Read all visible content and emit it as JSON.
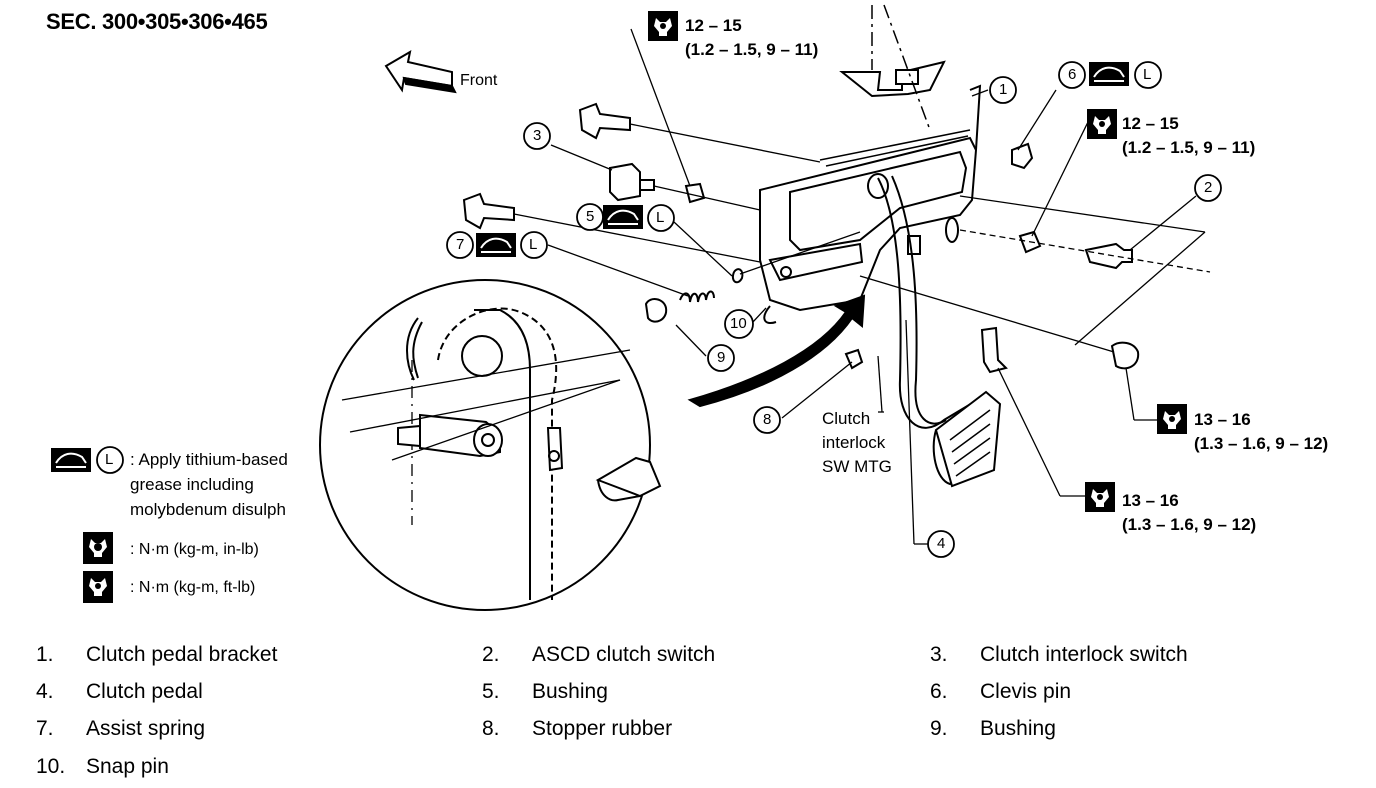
{
  "section_label": "SEC. 300•305•306•465",
  "front_label": "Front",
  "torque_specs": [
    {
      "id": "t-top",
      "line1": "12 – 15",
      "line2": "(1.2 – 1.5, 9 – 11)"
    },
    {
      "id": "t-right",
      "line1": "12 – 15",
      "line2": "(1.2 – 1.5, 9 – 11)"
    },
    {
      "id": "t-nut",
      "line1": "13 – 16",
      "line2": "(1.3 – 1.6, 9 – 12)"
    },
    {
      "id": "t-bolt",
      "line1": "13 – 16",
      "line2": "(1.3 – 1.6, 9 – 12)"
    }
  ],
  "callouts": [
    "1",
    "2",
    "3",
    "4",
    "5",
    "6",
    "7",
    "8",
    "9",
    "10"
  ],
  "grease_symbol_letter": "L",
  "clutch_note": [
    "Clutch",
    "interlock",
    "SW MTG"
  ],
  "legend": {
    "grease_text": [
      ": Apply tithium-based",
      "grease including",
      "molybdenum disulph"
    ],
    "unit_in_lb": ": N·m (kg-m, in-lb)",
    "unit_ft_lb": ": N·m (kg-m, ft-lb)"
  },
  "parts": [
    {
      "num": "1.",
      "label": "Clutch pedal bracket"
    },
    {
      "num": "2.",
      "label": "ASCD clutch switch"
    },
    {
      "num": "3.",
      "label": "Clutch interlock switch"
    },
    {
      "num": "4.",
      "label": "Clutch pedal"
    },
    {
      "num": "5.",
      "label": "Bushing"
    },
    {
      "num": "6.",
      "label": "Clevis pin"
    },
    {
      "num": "7.",
      "label": "Assist spring"
    },
    {
      "num": "8.",
      "label": "Stopper rubber"
    },
    {
      "num": "9.",
      "label": "Bushing"
    },
    {
      "num": "10.",
      "label": "Snap pin"
    }
  ]
}
